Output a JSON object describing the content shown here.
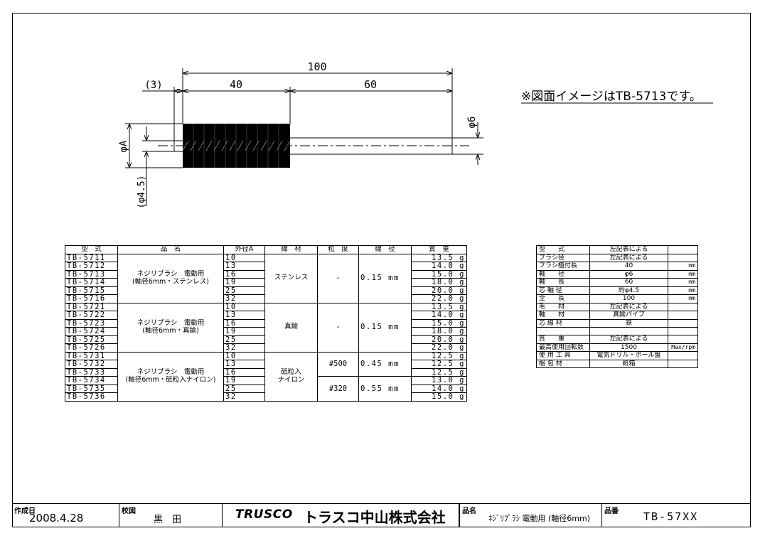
{
  "note": "※図面イメージはTB-5713です。",
  "drawing": {
    "dim_total": "100",
    "dim_brush": "40",
    "dim_shaft": "60",
    "dim_offset": "(3)",
    "dim_phi_a": "φA",
    "dim_phi6": "φ6",
    "dim_phi45": "(φ4.5)"
  },
  "main_table": {
    "headers": [
      "型　式",
      "品　名",
      "外径A",
      "線　材",
      "粒　度",
      "線　径",
      "質　重"
    ],
    "models": [
      "TB-5711",
      "TB-5712",
      "TB-5713",
      "TB-5714",
      "TB-5715",
      "TB-5716",
      "TB-5721",
      "TB-5722",
      "TB-5723",
      "TB-5724",
      "TB-5725",
      "TB-5726",
      "TB-5731",
      "TB-5732",
      "TB-5733",
      "TB-5734",
      "TB-5735",
      "TB-5736"
    ],
    "diameters": [
      "10",
      "13",
      "16",
      "19",
      "25",
      "32",
      "10",
      "13",
      "16",
      "19",
      "25",
      "32",
      "10",
      "13",
      "16",
      "19",
      "25",
      "32"
    ],
    "weights": [
      "13.5",
      "14.0",
      "15.0",
      "18.0",
      "20.0",
      "22.0",
      "13.5",
      "14.0",
      "15.0",
      "18.0",
      "20.0",
      "22.0",
      "12.5",
      "12.5",
      "12.5",
      "13.0",
      "14.0",
      "15.0"
    ],
    "weight_unit": "g",
    "groups": [
      {
        "name_line1": "ネジリブラシ　電動用",
        "name_line2": "(軸径6mm・ステンレス)",
        "material": "ステンレス",
        "grit": "-",
        "wire": "0.15",
        "wire_unit": "mm"
      },
      {
        "name_line1": "ネジリブラシ　電動用",
        "name_line2": "(軸径6mm・真鍮)",
        "material": "真鍮",
        "grit": "-",
        "wire": "0.15",
        "wire_unit": "mm"
      },
      {
        "name_line1": "ネジリブラシ　電動用",
        "name_line2": "(軸径6mm・砥粒入ナイロン)",
        "material_line1": "砥粒入",
        "material_line2": "ナイロン",
        "grit_a": "#500",
        "wire_a": "0.45",
        "grit_b": "#320",
        "wire_b": "0.55",
        "wire_unit": "mm"
      }
    ]
  },
  "spec_table": [
    {
      "label": "型　　式",
      "value": "左記表による",
      "unit": ""
    },
    {
      "label": "ブラシ径",
      "value": "左記表による",
      "unit": ""
    },
    {
      "label": "ブラシ植付長",
      "value": "40",
      "unit": "mm"
    },
    {
      "label": "軸　　径",
      "value": "φ6",
      "unit": "mm"
    },
    {
      "label": "軸　　長",
      "value": "60",
      "unit": "mm"
    },
    {
      "label": "芯 軸 径",
      "value": "約φ4.5",
      "unit": "mm"
    },
    {
      "label": "全　　長",
      "value": "100",
      "unit": "mm"
    },
    {
      "label": "毛　　材",
      "value": "左記表による",
      "unit": ""
    },
    {
      "label": "軸　　材",
      "value": "真鍮パイプ",
      "unit": ""
    },
    {
      "label": "芯 線 材",
      "value": "鉄",
      "unit": ""
    },
    {
      "label": "",
      "value": "",
      "unit": ""
    },
    {
      "label": "質　　重",
      "value": "左記表による",
      "unit": ""
    },
    {
      "label": "最高使用回転数",
      "value": "1500",
      "unit": "Max/rpm"
    },
    {
      "label": "使 用 工 具",
      "value": "電気ドリル・ボール盤",
      "unit": ""
    },
    {
      "label": "梱 包 材",
      "value": "紙箱",
      "unit": ""
    }
  ],
  "footer": {
    "created_label": "作成日",
    "created_value": "2008.4.28",
    "check_label": "校図",
    "check_value": "黒　田",
    "logo_brand": "TRUSCO",
    "company": "トラスコ中山株式会社",
    "name_label": "品名",
    "name_value": "ﾈｼﾞﾘﾌﾞﾗｼ 電動用 (軸径6mm)",
    "code_label": "品番",
    "code_value": "TB-57XX"
  }
}
